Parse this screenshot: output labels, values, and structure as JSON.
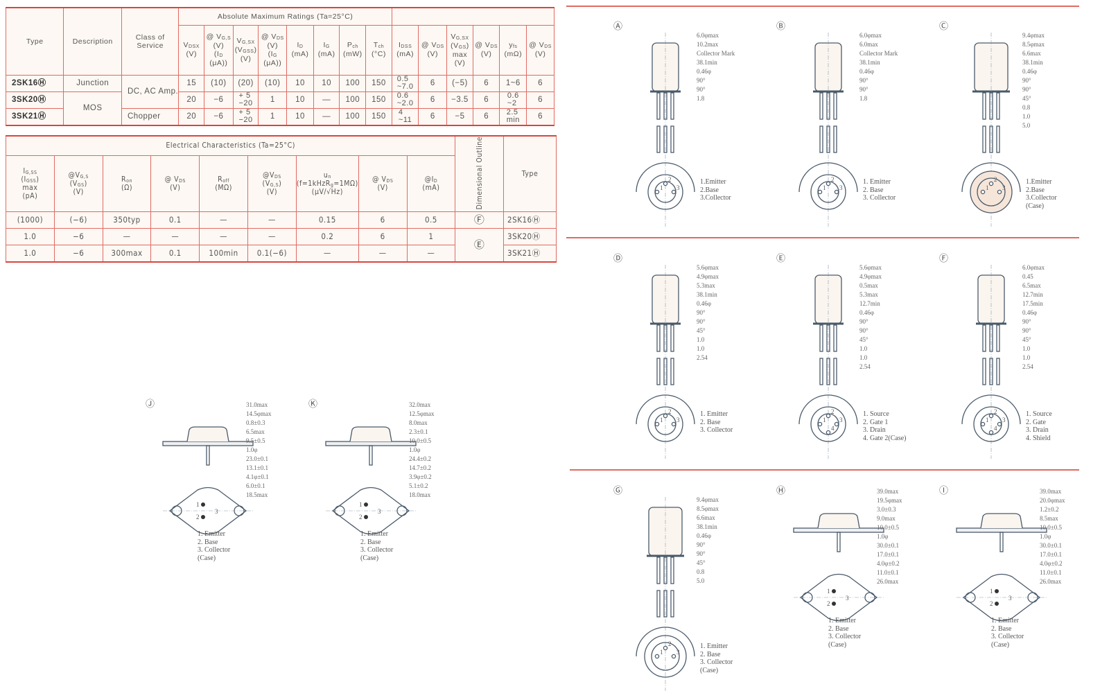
{
  "table1": {
    "group_title": "Absolute Maximum Ratings (Ta=25°C)",
    "headers": {
      "type": "Type",
      "description": "Description",
      "class": "Class of Service",
      "vdsx": [
        "V",
        "DSX",
        "(V)"
      ],
      "at_vgs": [
        "@ V",
        "G,S",
        "(V)",
        "(I",
        "D",
        "(μA))"
      ],
      "vgsx": [
        "V",
        "G,SX",
        "(V",
        "GSS",
        ")",
        "(V)"
      ],
      "at_vds1": [
        "@ V",
        "DS",
        "(V)",
        "(I",
        "G",
        "(μA))"
      ],
      "id": [
        "I",
        "D",
        "(mA)"
      ],
      "ig": [
        "I",
        "G",
        "(mA)"
      ],
      "pch": [
        "P",
        "ch",
        "(mW)"
      ],
      "tch": [
        "T",
        "ch",
        "(°C)"
      ],
      "idss": [
        "I",
        "DSS",
        "(mA)"
      ],
      "at_vds2": [
        "@ V",
        "DS",
        "(V)"
      ],
      "vgsx_max": [
        "V",
        "G,SX",
        "(V",
        "GS",
        ")",
        "max",
        "(V)"
      ],
      "at_vds3": [
        "@ V",
        "DS",
        "(V)"
      ],
      "yfs": [
        "y",
        "fs",
        "(mΩ)"
      ],
      "at_vds4": [
        "@ V",
        "DS",
        "(V)"
      ]
    },
    "rows": [
      {
        "type": "2SK16Ⓗ",
        "description": "Junction",
        "class": "DC, AC Amp.",
        "vdsx": "15",
        "at_vgs": "(10)",
        "vgsx": "(20)",
        "at_vds1": "(10)",
        "id": "10",
        "ig": "10",
        "pch": "100",
        "tch": "150",
        "idss": [
          "0.5",
          "~7.0"
        ],
        "at_vds2": "6",
        "vgsx_max": "(−5)",
        "at_vds3": "6",
        "yfs": "1~6",
        "at_vds4": "6"
      },
      {
        "type": "3SK20Ⓗ",
        "description": "MOS",
        "vdsx": "20",
        "at_vgs": "−6",
        "vgsx": [
          "+ 5",
          "−20"
        ],
        "at_vds1": "1",
        "id": "10",
        "ig": "—",
        "pch": "100",
        "tch": "150",
        "idss": [
          "0.6",
          "~2.0"
        ],
        "at_vds2": "6",
        "vgsx_max": "−3.5",
        "at_vds3": "6",
        "yfs": [
          "0.6",
          "~2"
        ],
        "at_vds4": "6"
      },
      {
        "type": "3SK21Ⓗ",
        "class": "Chopper",
        "vdsx": "20",
        "at_vgs": "−6",
        "vgsx": [
          "+ 5",
          "−20"
        ],
        "at_vds1": "1",
        "id": "10",
        "ig": "—",
        "pch": "100",
        "tch": "150",
        "idss": [
          "4",
          "~11"
        ],
        "at_vds2": "6",
        "vgsx_max": "−5",
        "at_vds3": "6",
        "yfs": [
          "2.5",
          "min"
        ],
        "at_vds4": "6"
      }
    ]
  },
  "table2": {
    "group_title": "Electrical Characteristics (Ta=25°C)",
    "headers": {
      "igss": [
        "I",
        "G,SS",
        "(I",
        "GSS",
        ")",
        "max",
        "(pA)"
      ],
      "at_vgs": [
        "@V",
        "G,S",
        "(V",
        "GS",
        ")",
        "(V)"
      ],
      "ron": [
        "R",
        "on",
        "(Ω)"
      ],
      "at_vds1": [
        "@ V",
        "DS",
        "(V)"
      ],
      "roff": [
        "R",
        "off",
        "(MΩ)"
      ],
      "at_vds2": [
        "@V",
        "DS",
        "(V",
        "G,S",
        ")",
        "(V)"
      ],
      "un": [
        "u",
        "n",
        "(f=1kHz",
        "R",
        "g",
        "=1MΩ)",
        "(μV/√Hz)"
      ],
      "at_vds3": [
        "@ V",
        "DS",
        "(V)"
      ],
      "at_id": [
        "@I",
        "D",
        "(mA)"
      ],
      "outline": "Dimensional Outline",
      "type": "Type"
    },
    "rows": [
      {
        "igss": "(1000)",
        "at_vgs": "(−6)",
        "ron": "350typ",
        "at_vds1": "0.1",
        "roff": "—",
        "at_vds2": "—",
        "un": "0.15",
        "at_vds3": "6",
        "at_id": "0.5",
        "outline": "Ⓕ",
        "type": "2SK16Ⓗ"
      },
      {
        "igss": "1.0",
        "at_vgs": "−6",
        "ron": "—",
        "at_vds1": "—",
        "roff": "—",
        "at_vds2": "—",
        "un": "0.2",
        "at_vds3": "6",
        "at_id": "1",
        "outline": "Ⓔ",
        "type": "3SK20Ⓗ"
      },
      {
        "igss": "1.0",
        "at_vgs": "−6",
        "ron": "300max",
        "at_vds1": "0.1",
        "roff": "100min",
        "at_vds2": "0.1(−6)",
        "un": "—",
        "at_vds3": "—",
        "at_id": "—",
        "type": "3SK21Ⓗ"
      }
    ]
  },
  "outlines": [
    {
      "id": "A",
      "letter": "Ⓐ",
      "kind": "can",
      "pins": 3,
      "dims": [
        "6.0φmax",
        "10.2max",
        "Collector Mark",
        "38.1min",
        "0.46φ",
        "90°",
        "90°",
        "1.8"
      ],
      "legend": [
        "1.Emitter",
        "2.Base",
        "3.Collector"
      ]
    },
    {
      "id": "B",
      "letter": "Ⓑ",
      "kind": "can",
      "pins": 3,
      "dims": [
        "6.0φmax",
        "6.0max",
        "Collector Mark",
        "38.1min",
        "0.46φ",
        "90°",
        "90°",
        "1.8"
      ],
      "legend": [
        "1. Emitter",
        "2. Base",
        "3. Collector"
      ]
    },
    {
      "id": "C",
      "letter": "Ⓒ",
      "kind": "can",
      "pins": 3,
      "dims": [
        "9.4φmax",
        "8.5φmax",
        "6.6max",
        "38.1min",
        "0.46φ",
        "90°",
        "90°",
        "45°",
        "0.8",
        "1.0",
        "5.0"
      ],
      "legend": [
        "1.Emitter",
        "2.Base",
        "3.Collector",
        "(Case)"
      ]
    },
    {
      "id": "D",
      "letter": "Ⓓ",
      "kind": "can",
      "pins": 3,
      "dims": [
        "5.6φmax",
        "4.9φmax",
        "5.3max",
        "38.1min",
        "0.46φ",
        "90°",
        "90°",
        "45°",
        "1.0",
        "1.0",
        "2.54"
      ],
      "legend": [
        "1. Emitter",
        "2. Base",
        "3. Collector"
      ]
    },
    {
      "id": "E",
      "letter": "Ⓔ",
      "kind": "can",
      "pins": 4,
      "dims": [
        "5.6φmax",
        "4.9φmax",
        "0.5max",
        "5.3max",
        "12.7min",
        "0.46φ",
        "90°",
        "90°",
        "45°",
        "1.0",
        "1.0",
        "2.54"
      ],
      "legend": [
        "1. Source",
        "2. Gate 1",
        "3. Drain",
        "4. Gate 2(Case)"
      ]
    },
    {
      "id": "F",
      "letter": "Ⓕ",
      "kind": "can",
      "pins": 4,
      "dims": [
        "6.0φmax",
        "0.45",
        "6.5max",
        "12.7min",
        "17.5min",
        "0.46φ",
        "90°",
        "90°",
        "45°",
        "1.0",
        "1.0",
        "2.54"
      ],
      "legend": [
        "1. Source",
        "2. Gate",
        "3. Drain",
        "4. Shield"
      ]
    },
    {
      "id": "G",
      "letter": "Ⓖ",
      "kind": "can",
      "pins": 3,
      "dims": [
        "9.4φmax",
        "8.5φmax",
        "6.6max",
        "38.1min",
        "0.46φ",
        "90°",
        "90°",
        "45°",
        "0.8",
        "5.0"
      ],
      "legend": [
        "1. Emitter",
        "2. Base",
        "3. Collector",
        "(Case)"
      ]
    },
    {
      "id": "H",
      "letter": "Ⓗ",
      "kind": "tab",
      "pins": 2,
      "dims": [
        "39.0max",
        "19.5φmax",
        "3.0±0.3",
        "9.0max",
        "10.0±0.5",
        "1.0φ",
        "30.0±0.1",
        "17.0±0.1",
        "4.0φ±0.2",
        "11.0±0.1",
        "26.0max"
      ],
      "legend": [
        "1. Emitter",
        "2. Base",
        "3. Collector",
        "(Case)"
      ]
    },
    {
      "id": "I",
      "letter": "Ⓘ",
      "kind": "tab",
      "pins": 2,
      "dims": [
        "39.0max",
        "20.0φmax",
        "1.2±0.2",
        "8.5max",
        "10.0±0.5",
        "1.0φ",
        "30.0±0.1",
        "17.0±0.1",
        "4.0φ±0.2",
        "11.0±0.1",
        "26.0max"
      ],
      "legend": [
        "1. Emitter",
        "2. Base",
        "3. Collector",
        "(Case)"
      ]
    },
    {
      "id": "J",
      "letter": "Ⓙ",
      "kind": "tab",
      "pins": 2,
      "dims": [
        "31.0max",
        "14.5φmax",
        "0.8±0.3",
        "6.5max",
        "9.5±0.5",
        "1.0φ",
        "23.0±0.1",
        "13.1±0.1",
        "4.1φ±0.1",
        "6.0±0.1",
        "18.5max"
      ],
      "legend": [
        "1. Emitter",
        "2. Base",
        "3. Collector",
        "(Case)"
      ]
    },
    {
      "id": "K",
      "letter": "Ⓚ",
      "kind": "tab",
      "pins": 2,
      "dims": [
        "32.0max",
        "12.5φmax",
        "8.0max",
        "2.3±0.1",
        "10.0±0.5",
        "1.0φ",
        "24.4±0.2",
        "14.7±0.2",
        "3.9φ±0.2",
        "5.1±0.2",
        "18.0max"
      ],
      "legend": [
        "1. Emitter",
        "2. Base",
        "3. Collector",
        "(Case)"
      ]
    }
  ],
  "colors": {
    "rule": "#d9453f",
    "grid": "#e06a62",
    "ink": "#4a5a6a",
    "case_fill": "#f6e6da"
  }
}
